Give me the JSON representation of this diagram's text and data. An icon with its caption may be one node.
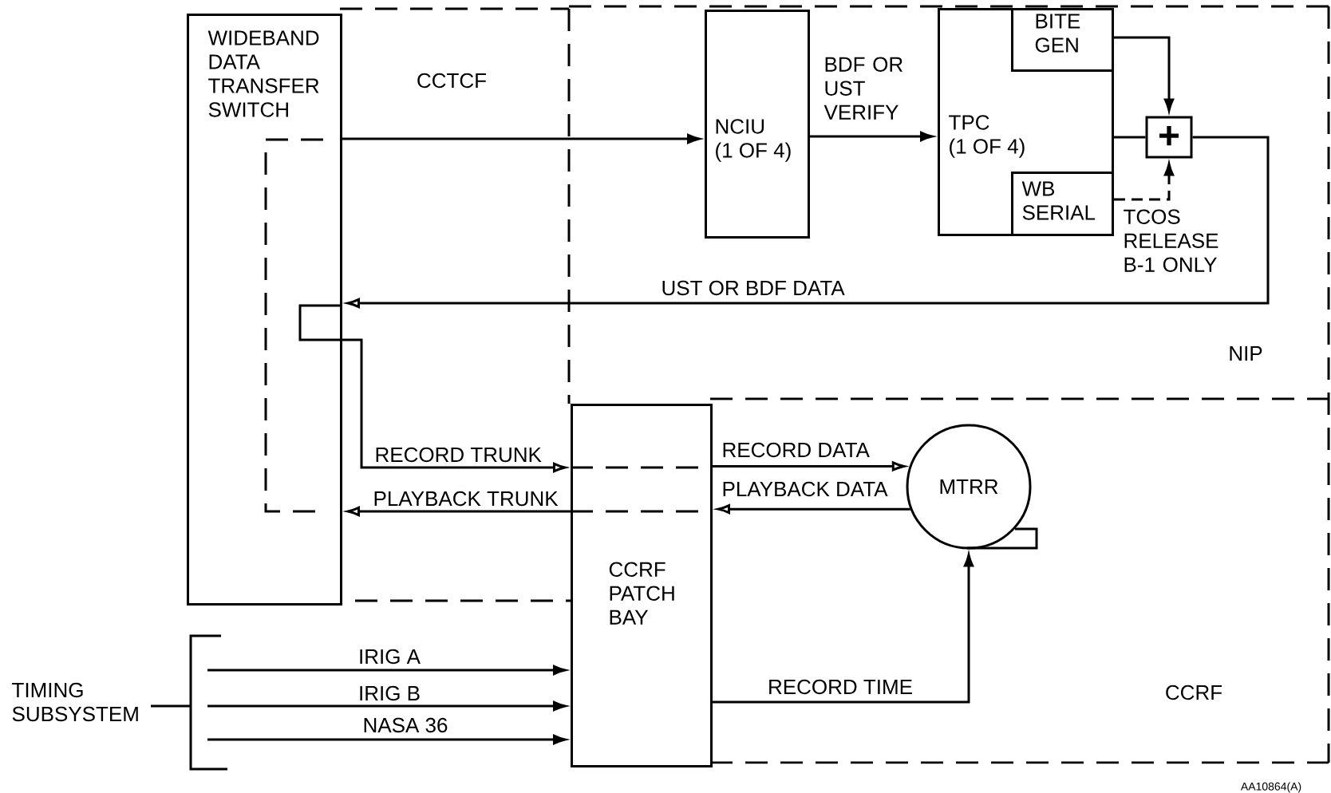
{
  "diagram": {
    "nodes": [
      {
        "text": [
          "WIDEBAND DATA TRANSFER SWITCH"
        ]
      },
      {
        "text": [
          "NCIU",
          "(1 OF 4)"
        ]
      },
      {
        "text": [
          "TPC",
          "(1 OF 4)"
        ]
      },
      {
        "text": [
          "BITE GEN"
        ],
        "in": 2
      },
      {
        "text": [
          "WB SERIAL"
        ],
        "in": 2
      },
      {
        "text": [
          "+"
        ]
      },
      {
        "text": [
          "CCRF PATCH BAY"
        ]
      },
      {
        "text": [
          "MTRR"
        ]
      },
      {
        "text": [
          "TIMING SUBSYSTEM"
        ]
      }
    ],
    "edges": [
      {
        "from": 0,
        "to": 1,
        "arrow": "to"
      },
      {
        "from": 1,
        "to": 2,
        "arrow": "to",
        "label": "BDF OR UST VERIFY"
      },
      {
        "from": 3,
        "to": 5,
        "arrow": "to"
      },
      {
        "from": 4,
        "to": 5,
        "arrow": "to",
        "style": "dashed",
        "label": "TCOS RELEASE B-1 ONLY"
      },
      {
        "from": 2,
        "to": 5,
        "arrow": "none"
      },
      {
        "from": 5,
        "to": 0,
        "arrow": "to",
        "label": "UST OR BDF DATA"
      },
      {
        "from": 0,
        "to": 6,
        "arrow": "to",
        "label": "RECORD TRUNK"
      },
      {
        "from": 6,
        "to": 0,
        "arrow": "to",
        "label": "PLAYBACK TRUNK"
      },
      {
        "from": 6,
        "to": 7,
        "arrow": "to",
        "label": "RECORD DATA"
      },
      {
        "from": 7,
        "to": 6,
        "arrow": "to",
        "label": "PLAYBACK DATA"
      },
      {
        "from": 6,
        "to": 7,
        "arrow": "to",
        "label": "RECORD TIME"
      },
      {
        "from": 8,
        "to": 6,
        "arrow": "to",
        "label": "IRIG A"
      },
      {
        "from": 8,
        "to": 6,
        "arrow": "to",
        "label": "IRIG B"
      },
      {
        "from": 8,
        "to": 6,
        "arrow": "to",
        "label": "NASA 36"
      }
    ],
    "labels": [
      "CCTCF",
      "NIP",
      "CCRF",
      "AA10864(A)"
    ]
  }
}
